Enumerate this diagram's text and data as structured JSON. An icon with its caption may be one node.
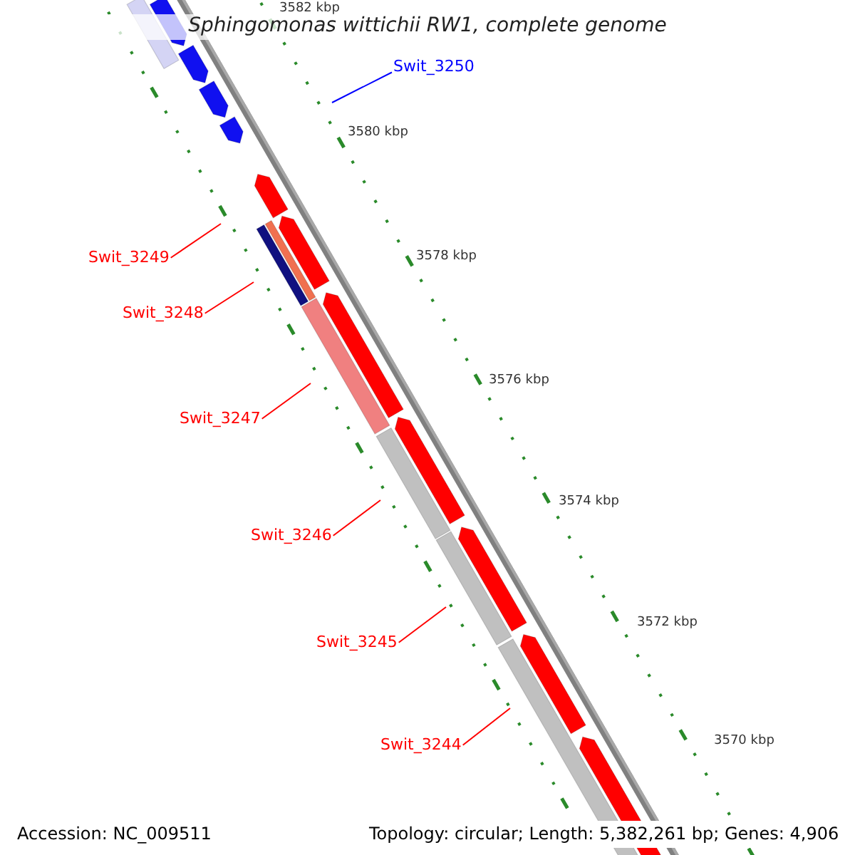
{
  "diagram": {
    "title": "Sphingomonas wittichii RW1, complete genome",
    "nodes": [
      {
        "text": [
          "Swit_3250"
        ]
      },
      {
        "text": [
          "Swit_3249"
        ]
      },
      {
        "text": [
          "Swit_3248"
        ]
      },
      {
        "text": [
          "Swit_3247"
        ]
      },
      {
        "text": [
          "Swit_3246"
        ]
      },
      {
        "text": [
          "Swit_3245"
        ]
      },
      {
        "text": [
          "Swit_3244"
        ]
      }
    ],
    "edges": [
      {
        "from": 0,
        "to": null,
        "arrow": "none",
        "color": "#0000ff"
      },
      {
        "from": 1,
        "to": null,
        "arrow": "none"
      },
      {
        "from": 2,
        "to": null,
        "arrow": "none"
      },
      {
        "from": 3,
        "to": null,
        "arrow": "none"
      },
      {
        "from": 4,
        "to": null,
        "arrow": "none"
      },
      {
        "from": 5,
        "to": null,
        "arrow": "none"
      },
      {
        "from": 6,
        "to": null,
        "arrow": "none"
      }
    ],
    "labels": [
      "3582 kbp",
      "3580 kbp",
      "3578 kbp",
      "3576 kbp",
      "3574 kbp",
      "3572 kbp",
      "3570 kbp",
      "Accession: NC_009511",
      "Topology: circular; Length: 5,382,261 bp; Genes: 4,906"
    ]
  }
}
